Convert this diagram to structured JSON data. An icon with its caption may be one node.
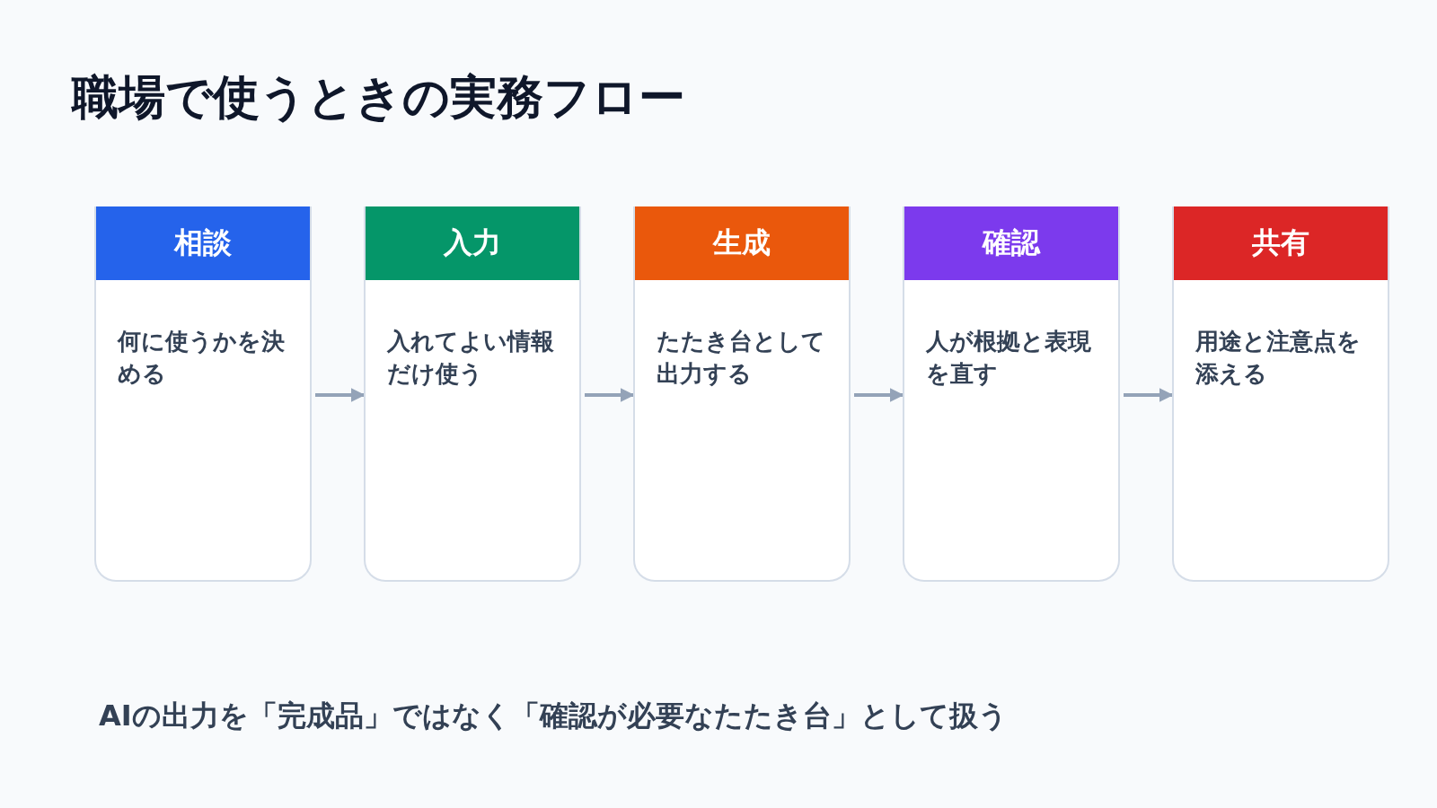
{
  "diagram": {
    "title": "職場で使うときの実務フロー",
    "nodes": [
      {
        "text": [
          "相談",
          "何に使うかを決める"
        ]
      },
      {
        "text": [
          "入力",
          "入れてよい情報だけ使う"
        ]
      },
      {
        "text": [
          "生成",
          "たたき台として出力する"
        ]
      },
      {
        "text": [
          "確認",
          "人が根拠と表現を直す"
        ]
      },
      {
        "text": [
          "共有",
          "用途と注意点を添える"
        ]
      }
    ],
    "edges": [
      {
        "from": 0,
        "to": 1,
        "arrow": "to"
      },
      {
        "from": 1,
        "to": 2,
        "arrow": "to"
      },
      {
        "from": 2,
        "to": 3,
        "arrow": "to"
      },
      {
        "from": 3,
        "to": 4,
        "arrow": "to"
      }
    ],
    "caption": "AIの出力を「完成品」ではなく「確認が必要なたたき台」として扱う"
  }
}
